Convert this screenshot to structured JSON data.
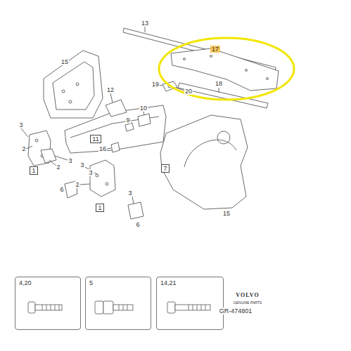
{
  "diagram": {
    "nodes": [
      {
        "text": [
          "17"
        ]
      },
      {
        "text": [
          "11"
        ]
      },
      {
        "text": [
          "1"
        ]
      },
      {
        "text": [
          "7"
        ]
      },
      {
        "text": [
          "1"
        ]
      },
      {
        "text": [
          "4,20"
        ]
      },
      {
        "text": [
          "5"
        ]
      },
      {
        "text": [
          "14,21"
        ]
      }
    ],
    "labels": [
      "13",
      "15",
      "12",
      "19",
      "20",
      "18",
      "10",
      "9",
      "3",
      "2",
      "3",
      "2",
      "16",
      "3",
      "3",
      "2",
      "6",
      "3",
      "6",
      "15",
      "VOLVO",
      "GENUINE PARTS",
      "GR-474801"
    ]
  }
}
